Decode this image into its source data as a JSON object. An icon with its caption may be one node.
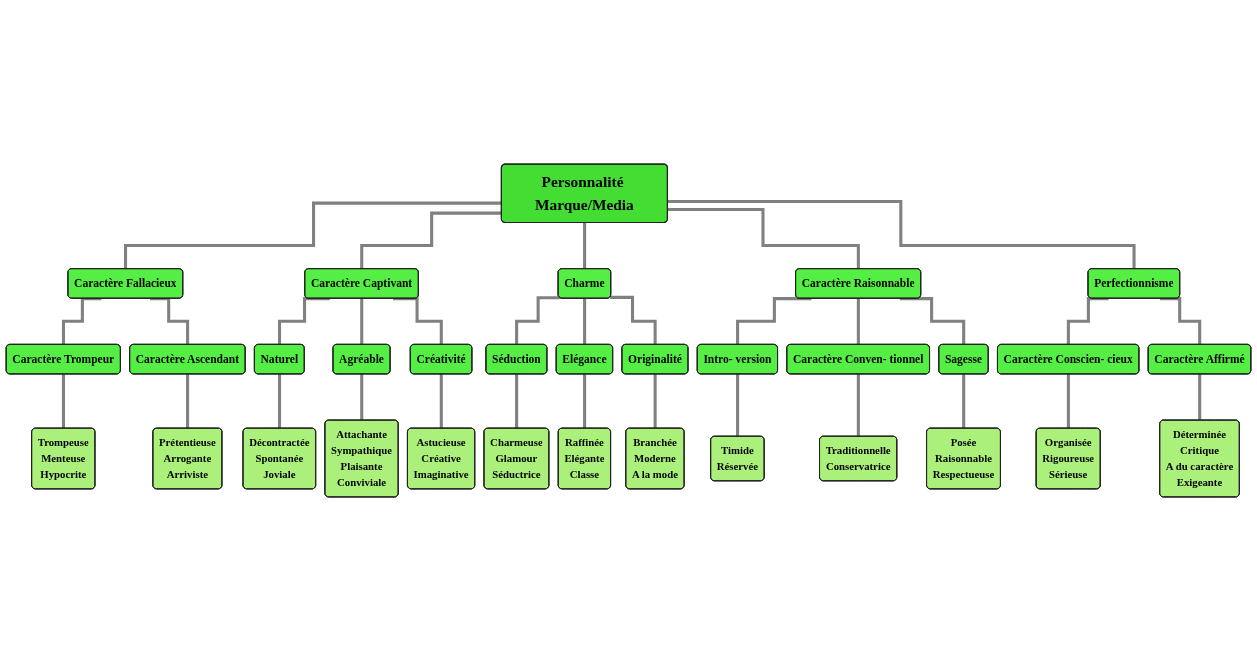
{
  "diagram": {
    "nodes": [
      {
        "text": [
          "Personnalité Marque/Media"
        ]
      },
      {
        "text": [
          "Caractère Fallacieux"
        ]
      },
      {
        "text": [
          "Caractère Captivant"
        ]
      },
      {
        "text": [
          "Charme"
        ]
      },
      {
        "text": [
          "Caractère Raisonnable"
        ]
      },
      {
        "text": [
          "Perfectionnisme"
        ]
      },
      {
        "text": [
          "Caractère Trompeur"
        ]
      },
      {
        "text": [
          "Caractère Ascendant"
        ]
      },
      {
        "text": [
          "Naturel"
        ]
      },
      {
        "text": [
          "Agréable"
        ]
      },
      {
        "text": [
          "Créativité"
        ]
      },
      {
        "text": [
          "Séduction"
        ]
      },
      {
        "text": [
          "Elégance"
        ]
      },
      {
        "text": [
          "Originalité"
        ]
      },
      {
        "text": [
          "Intro- version"
        ]
      },
      {
        "text": [
          "Caractère Conven- tionnel"
        ]
      },
      {
        "text": [
          "Sagesse"
        ]
      },
      {
        "text": [
          "Caractère Conscien- cieux"
        ]
      },
      {
        "text": [
          "Caractère Affirmé"
        ]
      },
      {
        "text": [
          "Trompeuse",
          "Menteuse",
          "Hypocrite"
        ]
      },
      {
        "text": [
          "Prétentieuse",
          "Arrogante",
          "Arriviste"
        ]
      },
      {
        "text": [
          "Décontractée",
          "Spontanée",
          "Joviale"
        ]
      },
      {
        "text": [
          "Attachante",
          "Sympathique",
          "Plaisante",
          "Conviviale"
        ]
      },
      {
        "text": [
          "Astucieuse",
          "Créative",
          "Imaginative"
        ]
      },
      {
        "text": [
          "Charmeuse",
          "Glamour",
          "Séductrice"
        ]
      },
      {
        "text": [
          "Raffinée",
          "Elégante",
          "Classe"
        ]
      },
      {
        "text": [
          "Branchée",
          "Moderne",
          "A la mode"
        ]
      },
      {
        "text": [
          "Timide",
          "Réservée"
        ]
      },
      {
        "text": [
          "Traditionnelle",
          "Conservatrice"
        ]
      },
      {
        "text": [
          "Posée",
          "Raisonnable",
          "Respectueuse"
        ]
      },
      {
        "text": [
          "Organisée",
          "Rigoureuse",
          "Sérieuse"
        ]
      },
      {
        "text": [
          "Déterminée",
          "Critique",
          "A du caractère",
          "Exigeante"
        ]
      }
    ],
    "edges": [
      {
        "from": 0,
        "to": 1,
        "arrow": "none"
      },
      {
        "from": 0,
        "to": 2,
        "arrow": "none"
      },
      {
        "from": 0,
        "to": 3,
        "arrow": "none"
      },
      {
        "from": 0,
        "to": 4,
        "arrow": "none"
      },
      {
        "from": 0,
        "to": 5,
        "arrow": "none"
      },
      {
        "from": 1,
        "to": 6,
        "arrow": "none"
      },
      {
        "from": 1,
        "to": 7,
        "arrow": "none"
      },
      {
        "from": 2,
        "to": 8,
        "arrow": "none"
      },
      {
        "from": 2,
        "to": 9,
        "arrow": "none"
      },
      {
        "from": 2,
        "to": 10,
        "arrow": "none"
      },
      {
        "from": 3,
        "to": 11,
        "arrow": "none"
      },
      {
        "from": 3,
        "to": 12,
        "arrow": "none"
      },
      {
        "from": 3,
        "to": 13,
        "arrow": "none"
      },
      {
        "from": 4,
        "to": 14,
        "arrow": "none"
      },
      {
        "from": 4,
        "to": 15,
        "arrow": "none"
      },
      {
        "from": 4,
        "to": 16,
        "arrow": "none"
      },
      {
        "from": 5,
        "to": 17,
        "arrow": "none"
      },
      {
        "from": 5,
        "to": 18,
        "arrow": "none"
      },
      {
        "from": 6,
        "to": 19,
        "arrow": "none"
      },
      {
        "from": 7,
        "to": 20,
        "arrow": "none"
      },
      {
        "from": 8,
        "to": 21,
        "arrow": "none"
      },
      {
        "from": 9,
        "to": 22,
        "arrow": "none"
      },
      {
        "from": 10,
        "to": 23,
        "arrow": "none"
      },
      {
        "from": 11,
        "to": 24,
        "arrow": "none"
      },
      {
        "from": 12,
        "to": 25,
        "arrow": "none"
      },
      {
        "from": 13,
        "to": 26,
        "arrow": "none"
      },
      {
        "from": 14,
        "to": 27,
        "arrow": "none"
      },
      {
        "from": 15,
        "to": 28,
        "arrow": "none"
      },
      {
        "from": 16,
        "to": 29,
        "arrow": "none"
      },
      {
        "from": 17,
        "to": 30,
        "arrow": "none"
      },
      {
        "from": 18,
        "to": 31,
        "arrow": "none"
      }
    ]
  }
}
